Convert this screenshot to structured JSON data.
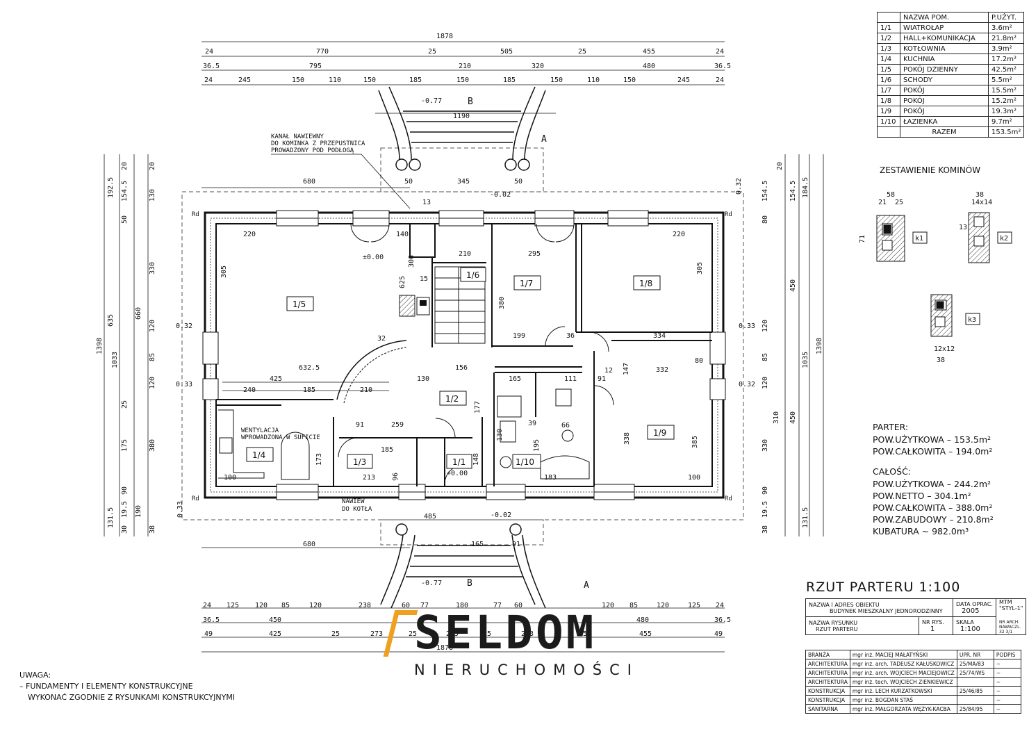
{
  "room_table": {
    "headers": [
      "",
      "NAZWA POM.",
      "P.UŻYT."
    ],
    "rows": [
      [
        "1/1",
        "WIATROŁAP",
        "3.6m²"
      ],
      [
        "1/2",
        "HALL+KOMUNIKACJA",
        "21.8m²"
      ],
      [
        "1/3",
        "KOTŁOWNIA",
        "3.9m²"
      ],
      [
        "1/4",
        "KUCHNIA",
        "17.2m²"
      ],
      [
        "1/5",
        "POKÓJ DZIENNY",
        "42.5m²"
      ],
      [
        "1/6",
        "SCHODY",
        "5.5m²"
      ],
      [
        "1/7",
        "POKÓJ",
        "15.5m²"
      ],
      [
        "1/8",
        "POKÓJ",
        "15.2m²"
      ],
      [
        "1/9",
        "POKÓJ",
        "19.3m²"
      ],
      [
        "1/10",
        "ŁAZIENKA",
        "9.7m²"
      ]
    ],
    "total_label": "RAZEM",
    "total_value": "153.5m²"
  },
  "chimneys": {
    "title": "ZESTAWIENIE KOMINÓW",
    "labels": [
      "k1",
      "k2",
      "k3"
    ],
    "dims": [
      "58",
      "21",
      "25",
      "38",
      "14x14",
      "71",
      "12x12",
      "38",
      "13"
    ]
  },
  "stats": {
    "parter_heading": "PARTER:",
    "parter": [
      "POW.UŻYTKOWA  –  153.5m²",
      "POW.CAŁKOWITA  –  194.0m²"
    ],
    "calosc_heading": "CAŁOŚĆ:",
    "calosc": [
      "POW.UŻYTKOWA  –  244.2m²",
      "POW.NETTO  –  304.1m²",
      "POW.CAŁKOWITA  –  388.0m²",
      "POW.ZABUDOWY  –  210.8m²",
      "KUBATURA ~ 982.0m³"
    ]
  },
  "drawing_title": "RZUT  PARTERU     1:100",
  "title_block": {
    "obj_label": "NAZWA I ADRES OBIEKTU",
    "obj_value": "BUDYNEK MIESZKALNY JEDNORODZINNY",
    "date_label": "DATA OPRAC.",
    "date_value": "2005",
    "mtm_label": "MTM",
    "mtm_value": "\"STYL-1\"",
    "drawing_label": "NAZWA RYSUNKU",
    "drawing_value": "RZUT PARTERU",
    "nr_label": "NR RYS.",
    "nr_value": "1",
    "scale_label": "SKALA",
    "scale_value": "1:100",
    "side_note": "NR ARCH. NAWACZL. 32 3/1"
  },
  "staff_table": {
    "headers": [
      "BRANŻA",
      "mgr inż. MACIEJ MAŁATYŃSKI",
      "UPR. NR",
      "PODPIS"
    ],
    "rows": [
      [
        "ARCHITEKTURA",
        "mgr inż. arch. TADEUSZ KAŁUSKOWICZ",
        "25/MA/83"
      ],
      [
        "ARCHITEKTURA",
        "mgr inż. arch. WOJCIECH MACIEJOWICZ",
        "25/74/WS"
      ],
      [
        "ARCHITEKTURA",
        "mgr inż. tech. WOJCIECH ZIENKIEWICZ",
        ""
      ],
      [
        "KONSTRUKCJA",
        "mgr inż. LECH KURZATKOWSKI",
        "25/46/85"
      ],
      [
        "KONSTRUKCJA",
        "mgr inż. BOGDAN STAŚ",
        ""
      ],
      [
        "SANITARNA",
        "mgr inż. MAŁGORZATA WĘŻYK-KACBA",
        "25/84/95"
      ]
    ]
  },
  "note": {
    "heading": "UWAGA:",
    "lines": [
      "– FUNDAMENTY I ELEMENTY KONSTRUKCYJNE",
      "WYKONAĆ ZGODNIE Z RYSUNKAMI KONSTRUKCYJNYMI"
    ]
  },
  "logo": {
    "word": "SELDOM",
    "sub": "NIERUCHOMOŚCI",
    "accent": "#f0a020"
  },
  "plan": {
    "rooms": [
      {
        "id": "1/5"
      },
      {
        "id": "1/6"
      },
      {
        "id": "1/7"
      },
      {
        "id": "1/8"
      },
      {
        "id": "1/4"
      },
      {
        "id": "1/3"
      },
      {
        "id": "1/1"
      },
      {
        "id": "1/2"
      },
      {
        "id": "1/10"
      },
      {
        "id": "1/9"
      }
    ],
    "annotations": {
      "kanal": [
        "KANAŁ NAWIEWNY",
        "DO KOMINKA Z PRZEPUSTNICA",
        "PROWADZONY POD PODŁOGĄ"
      ],
      "wentylacja": [
        "WENTYLACJA",
        "WPROWADZONA W SUFICIE"
      ],
      "nawiew": [
        "NAWIEW",
        "DO KOTŁA"
      ],
      "levels": [
        "±0.00",
        "-0.77",
        "-0.02",
        "+0.00",
        "-0.77",
        "-0.02"
      ],
      "section_marks": [
        "B",
        "A",
        "B",
        "A"
      ],
      "rd": [
        "Rd",
        "Rd",
        "Rd",
        "Rd"
      ]
    },
    "top_dims": {
      "overall": "1878",
      "row1": [
        "24",
        "770",
        "25",
        "505",
        "25",
        "455",
        "24"
      ],
      "row2": [
        "36.5",
        "795",
        "210",
        "320",
        "480",
        "36.5"
      ],
      "row3": [
        "24",
        "245",
        "150",
        "110",
        "150",
        "185",
        "150",
        "185",
        "150",
        "110",
        "150",
        "245",
        "24"
      ],
      "inner": "1190"
    },
    "bottom_dims": {
      "overall": "1878",
      "row1": [
        "24",
        "125",
        "120",
        "85",
        "120",
        "238",
        "60",
        "77",
        "180",
        "77",
        "60",
        "120",
        "85",
        "120",
        "125",
        "24"
      ],
      "row2": [
        "36.5",
        "450",
        "480",
        "36.5"
      ],
      "row3": [
        "49",
        "425",
        "25",
        "273",
        "25",
        "245",
        "25",
        "273",
        "25",
        "455",
        "49"
      ]
    },
    "left_dims": {
      "overall": "1398",
      "col1": [
        "192.5",
        "635",
        "131.5"
      ],
      "col2": [
        "1033"
      ],
      "col3": [
        "20",
        "154.5",
        "50",
        "660",
        "175",
        "25",
        "90",
        "19.5",
        "30"
      ],
      "col4": [
        "20",
        "130",
        "330",
        "120",
        "85",
        "120",
        "380",
        "190",
        "38"
      ]
    },
    "right_dims": {
      "overall": "1398",
      "col1": [
        "184.5",
        "1035",
        "131.5"
      ],
      "col2": [
        "154.5",
        "450",
        "310",
        "450"
      ],
      "col3": [
        "20",
        "154.5",
        "80",
        "120",
        "85",
        "120",
        "330",
        "90",
        "19.5",
        "38"
      ]
    },
    "inner_dims": [
      "680",
      "220",
      "305",
      "140",
      "306",
      "625",
      "210",
      "295",
      "220",
      "305",
      "199",
      "36",
      "334",
      "380",
      "632.5",
      "425",
      "240",
      "185",
      "210",
      "130",
      "156",
      "165",
      "111",
      "91",
      "259",
      "91",
      "185",
      "173",
      "213",
      "100",
      "338",
      "385",
      "100",
      "332",
      "80",
      "147",
      "183",
      "195",
      "66",
      "39",
      "130",
      "177",
      "96",
      "148",
      "485",
      "165",
      "91",
      "50",
      "345",
      "50",
      "680",
      "32",
      "15",
      "13",
      "12",
      "0.32",
      "0.33",
      "0.33",
      "0.32",
      "0.33",
      "0.32"
    ]
  }
}
